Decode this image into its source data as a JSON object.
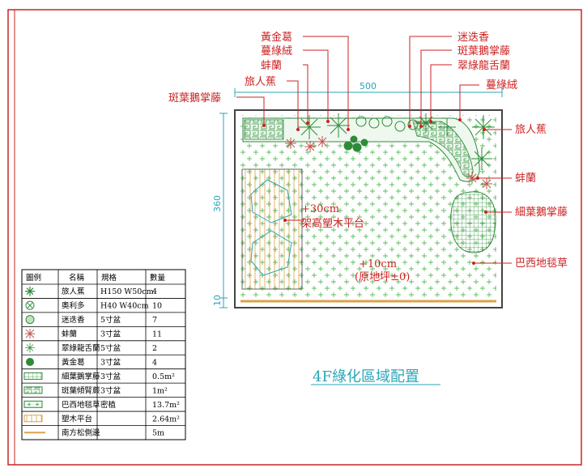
{
  "plan": {
    "title": "4F綠化區域配置",
    "dim_width": "500",
    "dim_height": "360",
    "dim_edge": "10",
    "platform_note": "+30cm",
    "platform_label": "架高塑木平台",
    "ground_note": "+10cm",
    "ground_label": "(原地坪±0)"
  },
  "labels": {
    "top": [
      {
        "text": "黃金葛"
      },
      {
        "text": "蔓綠絨"
      },
      {
        "text": "蚌蘭"
      },
      {
        "text": "旅人蕉"
      },
      {
        "text": "迷迭香"
      },
      {
        "text": "斑葉鵝掌藤"
      },
      {
        "text": "翠綠龍舌蘭"
      },
      {
        "text": "蔓綠絨"
      }
    ],
    "left": "斑葉鵝掌藤",
    "right": [
      {
        "text": "旅人蕉"
      },
      {
        "text": "蚌蘭"
      },
      {
        "text": "細葉鵝掌藤"
      },
      {
        "text": "巴西地毯草"
      }
    ]
  },
  "legend": {
    "headers": [
      "圖例",
      "名稱",
      "規格",
      "數量"
    ],
    "rows": [
      {
        "icon": "traveler-palm-icon",
        "name": "旅人蕉",
        "spec": "H150 W50cm",
        "qty": "4"
      },
      {
        "icon": "olive-icon",
        "name": "奧利多",
        "spec": "H40 W40cm",
        "qty": "10"
      },
      {
        "icon": "rosemary-icon",
        "name": "迷迭香",
        "spec": "5寸盆",
        "qty": "7"
      },
      {
        "icon": "oyster-plant-icon",
        "name": "蚌蘭",
        "spec": "3寸盆",
        "qty": "11"
      },
      {
        "icon": "agave-icon",
        "name": "翠綠龍舌蘭",
        "spec": "5寸盆",
        "qty": "2"
      },
      {
        "icon": "pothos-icon",
        "name": "黃金葛",
        "spec": "3寸盆",
        "qty": "4"
      },
      {
        "icon": "fine-schefflera-icon",
        "name": "細葉鵝掌藤",
        "spec": "3寸盆",
        "qty": "0.5m²"
      },
      {
        "icon": "variegated-fern-icon",
        "name": "斑葉傾腎蕨",
        "spec": "3寸盆",
        "qty": "1m²"
      },
      {
        "icon": "carpet-grass-icon",
        "name": "巴西地毯草",
        "spec": "密植",
        "qty": "13.7m²"
      },
      {
        "icon": "deck-icon",
        "name": "塑木平台",
        "spec": "",
        "qty": "2.64m²"
      },
      {
        "icon": "edging-icon",
        "name": "南方松側邊",
        "spec": "",
        "qty": "5m"
      }
    ]
  },
  "colors": {
    "border": "#cc2222",
    "dimension": "#2aa6b8",
    "plant": "#2e8b3a",
    "grass": "#5bbf5b"
  }
}
